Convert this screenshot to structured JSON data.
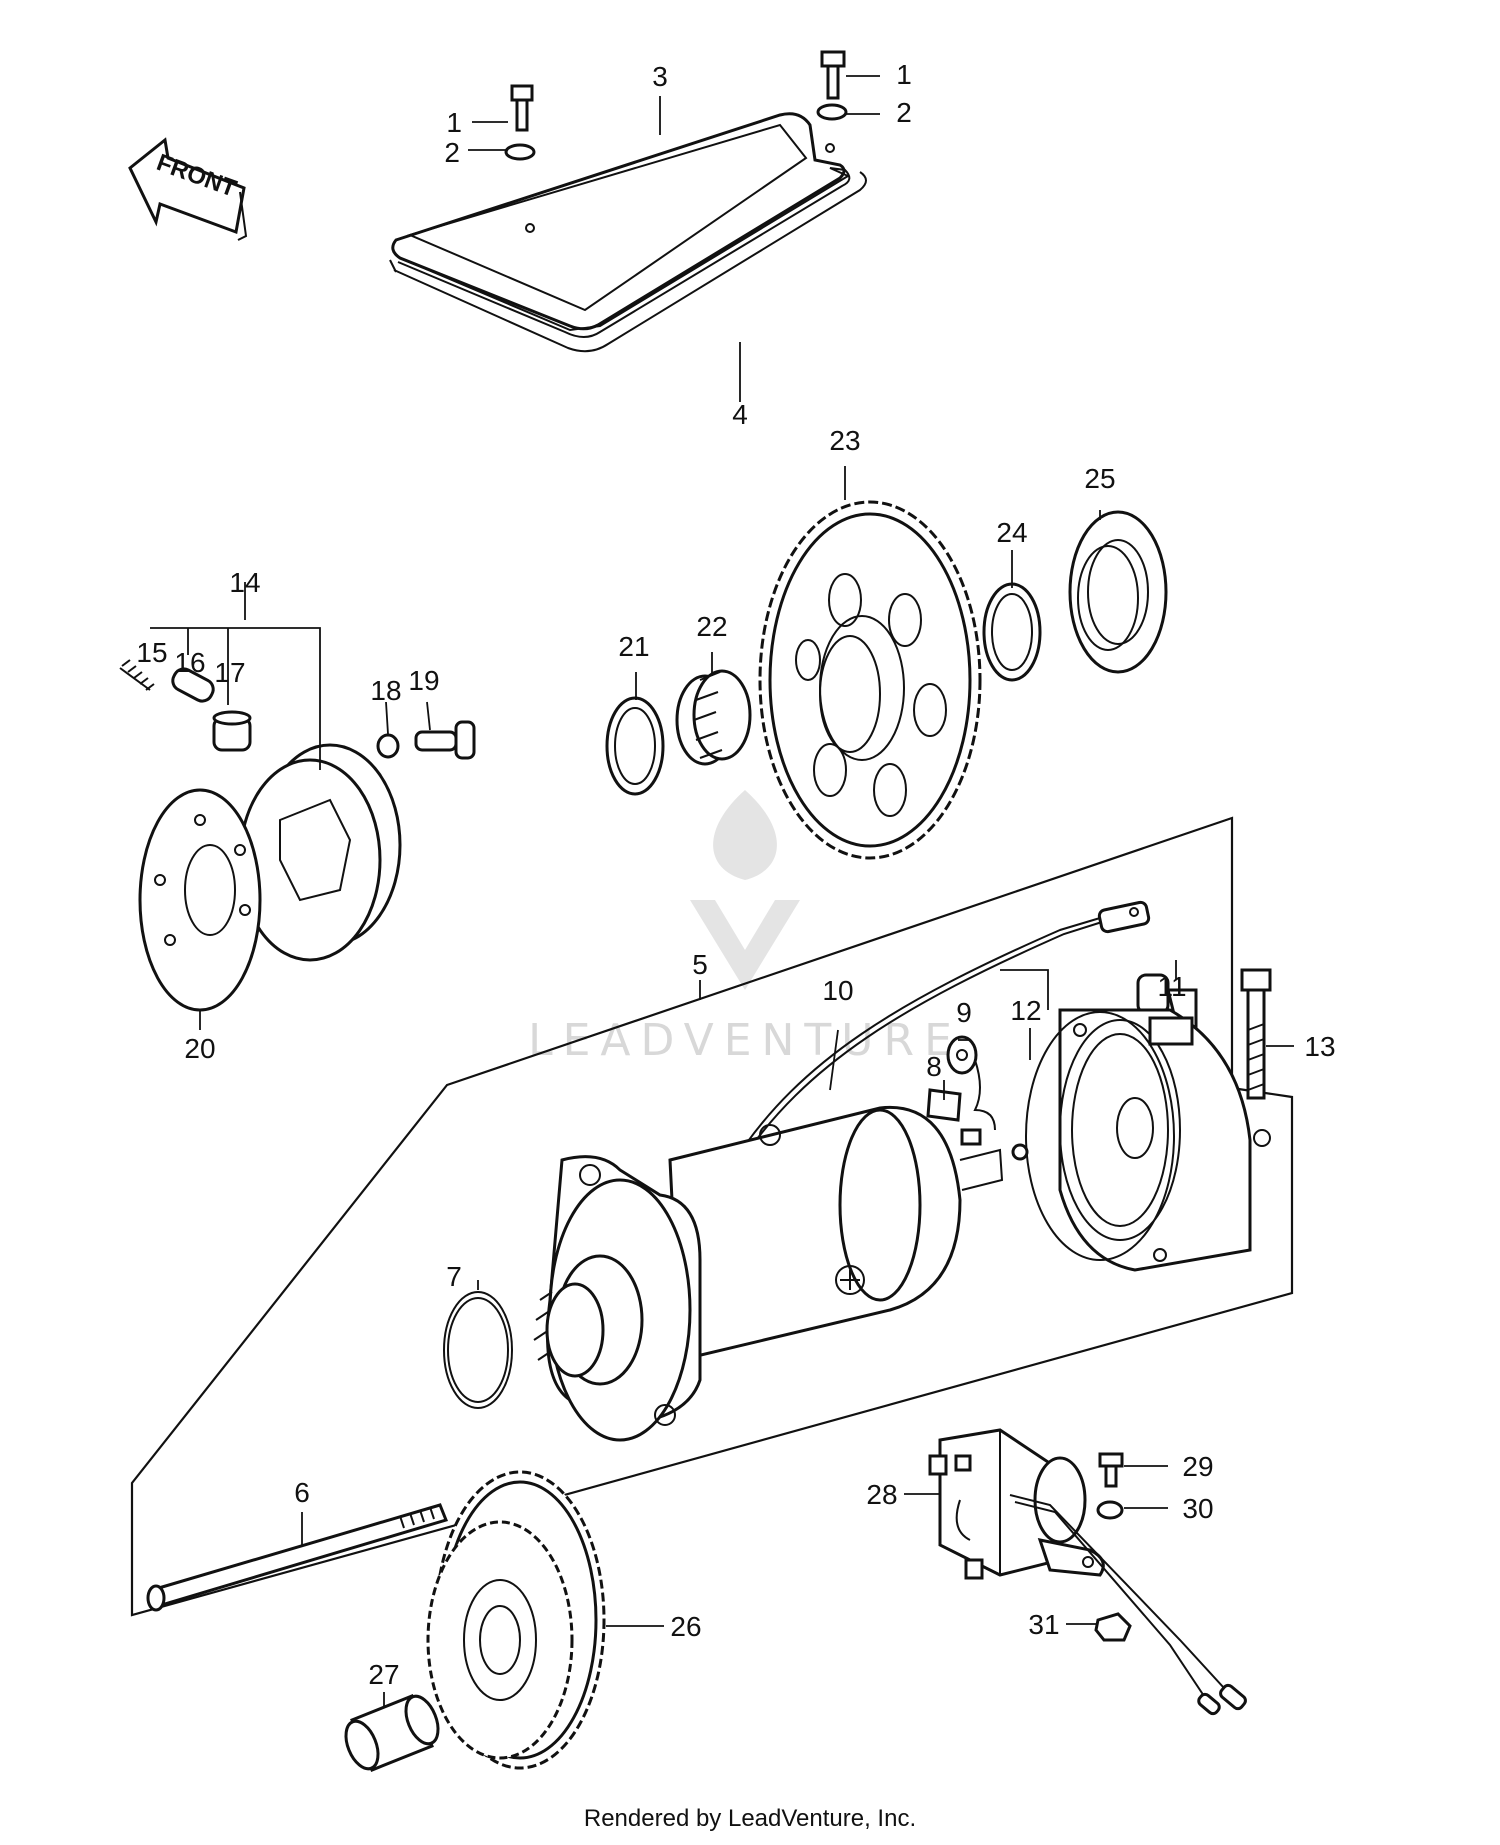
{
  "diagram": {
    "orientation_label": "FRONT",
    "watermark": "LEADVENTURE",
    "footer_credit": "Rendered by LeadVenture, Inc.",
    "callouts": [
      "1",
      "1",
      "2",
      "2",
      "3",
      "4",
      "5",
      "6",
      "7",
      "8",
      "9",
      "10",
      "11",
      "12",
      "13",
      "14",
      "15",
      "16",
      "17",
      "18",
      "19",
      "20",
      "21",
      "22",
      "23",
      "24",
      "25",
      "26",
      "27",
      "28",
      "29",
      "30",
      "31"
    ]
  }
}
